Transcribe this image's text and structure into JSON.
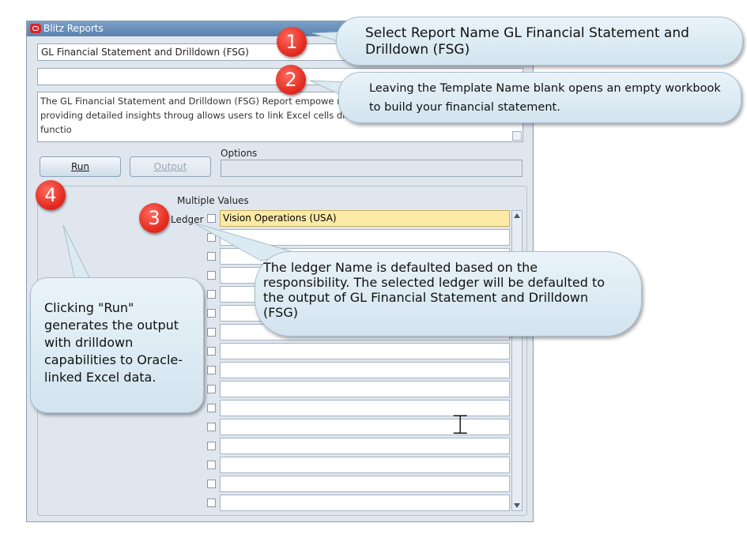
{
  "window": {
    "title": "Blitz Reports",
    "report_name": "GL Financial Statement and Drilldown (FSG)",
    "template_value": "",
    "description": "The GL Financial Statement and Drilldown (FSG) Report empowe reports on financial balances while providing detailed insights throug allows users to link Excel cells directly to Oracle data via built-in functio"
  },
  "buttons": {
    "run_label": "Run",
    "output_label": "Output"
  },
  "options": {
    "label": "Options",
    "value": ""
  },
  "params": {
    "multiple_values_label": "Multiple Values",
    "ledger_label": "Ledger",
    "ledger_value": "Vision Operations (USA)"
  },
  "callouts": {
    "c1": {
      "number": "1",
      "text": "Select Report Name GL Financial Statement and Drilldown (FSG)"
    },
    "c2": {
      "number": "2",
      "text": "Leaving the Template Name blank opens an empty workbook to build your financial statement."
    },
    "c3": {
      "number": "3",
      "text": "The ledger Name is defaulted based on the responsibility. The selected ledger will be defaulted to the output of GL Financial Statement and Drilldown (FSG)"
    },
    "c4": {
      "number": "4",
      "text": "Clicking \"Run\" generates the output with drilldown capabilities to Oracle-linked Excel data."
    }
  },
  "colors": {
    "callout_bg": "#dceaf2",
    "badge": "#e0251a",
    "selected_row": "#fdeaa5"
  }
}
